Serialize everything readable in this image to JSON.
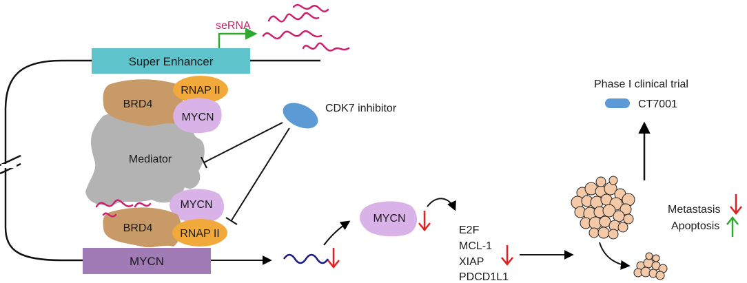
{
  "labels": {
    "serna": "seRNA",
    "super_enhancer": "Super Enhancer",
    "brd4_top": "BRD4",
    "rnap_top": "RNAP II",
    "mycn_top": "MYCN",
    "mediator": "Mediator",
    "cdk7_inhibitor": "CDK7 inhibitor",
    "mycn_mid": "MYCN",
    "brd4_bottom": "BRD4",
    "rnap_bottom": "RNAP II",
    "mycn_gene": "MYCN",
    "mycn_protein": "MYCN",
    "phase_trial": "Phase I clinical trial",
    "ct7001": "CT7001",
    "metastasis": "Metastasis",
    "apoptosis": "Apoptosis"
  },
  "targets": [
    "E2F",
    "MCL-1",
    "XIAP",
    "PDCD1L1"
  ],
  "colors": {
    "super_enhancer": "#5fc3cc",
    "mycn_gene": "#a07bb5",
    "brd4": "#c89a67",
    "rnap": "#f2a93b",
    "mycn": "#d9b3e8",
    "mediator": "#b3b3b3",
    "inhibitor": "#5b9ad5",
    "rna": "#cc1f6e",
    "mrna": "#1a1a8c",
    "down_arrow": "#e11f1f",
    "up_arrow": "#2ea82e",
    "tss_arrow": "#2ea82e",
    "cell": "#f3c9a8"
  },
  "icons": [
    "down-arrow-icon",
    "up-arrow-icon",
    "inhibition-bar-icon",
    "cell-cluster-icon",
    "rna-strand-icon"
  ]
}
